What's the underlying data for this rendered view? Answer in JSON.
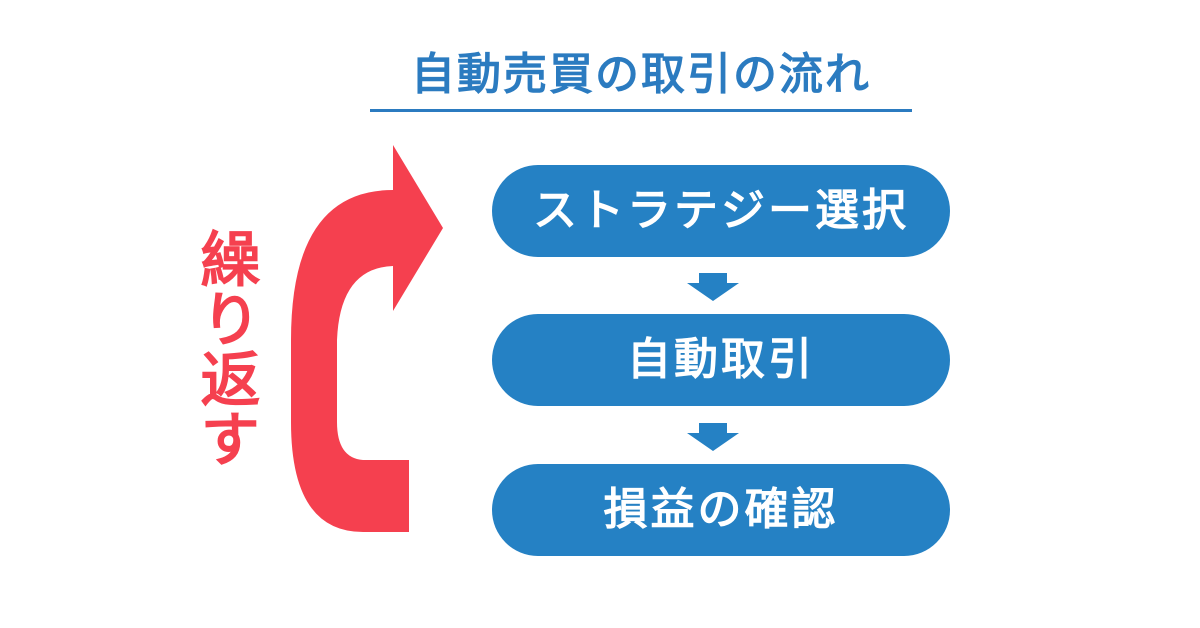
{
  "title": "自動売買の取引の流れ",
  "steps": [
    {
      "label": "ストラテジー選択"
    },
    {
      "label": "自動取引"
    },
    {
      "label": "損益の確認"
    }
  ],
  "repeat_label": "繰り返す",
  "colors": {
    "title": "#2b7bc0",
    "step_fill": "#2581c4",
    "step_text": "#ffffff",
    "loop_arrow": "#f5404f",
    "background": "#ffffff"
  },
  "icons": {
    "flow_arrow": "down-arrow-icon",
    "loop_arrow": "loop-arrow-icon"
  }
}
